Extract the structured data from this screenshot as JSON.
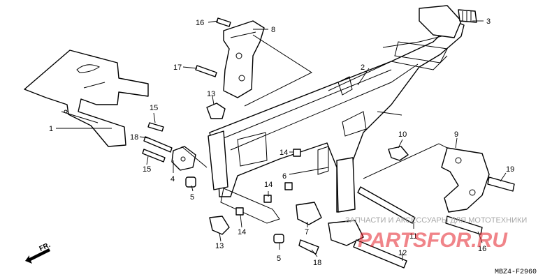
{
  "callouts": [
    {
      "label": "1"
    },
    {
      "label": "2"
    },
    {
      "label": "3"
    },
    {
      "label": "4"
    },
    {
      "label": "5"
    },
    {
      "label": "5"
    },
    {
      "label": "6"
    },
    {
      "label": "7"
    },
    {
      "label": "8"
    },
    {
      "label": "9"
    },
    {
      "label": "10"
    },
    {
      "label": "11"
    },
    {
      "label": "12"
    },
    {
      "label": "13"
    },
    {
      "label": "13"
    },
    {
      "label": "14"
    },
    {
      "label": "14"
    },
    {
      "label": "14"
    },
    {
      "label": "15"
    },
    {
      "label": "15"
    },
    {
      "label": "16"
    },
    {
      "label": "16"
    },
    {
      "label": "17"
    },
    {
      "label": "18"
    },
    {
      "label": "18"
    },
    {
      "label": "19"
    }
  ],
  "watermark": {
    "tagline": "ЗАПЧАСТИ И АКСЕССУАРЫ ДЛЯ МОТОТЕХНИКИ",
    "brand": "PARTSFOR.RU"
  },
  "direction_label": "FR.",
  "diagram_code": "MBZ4-F2960"
}
